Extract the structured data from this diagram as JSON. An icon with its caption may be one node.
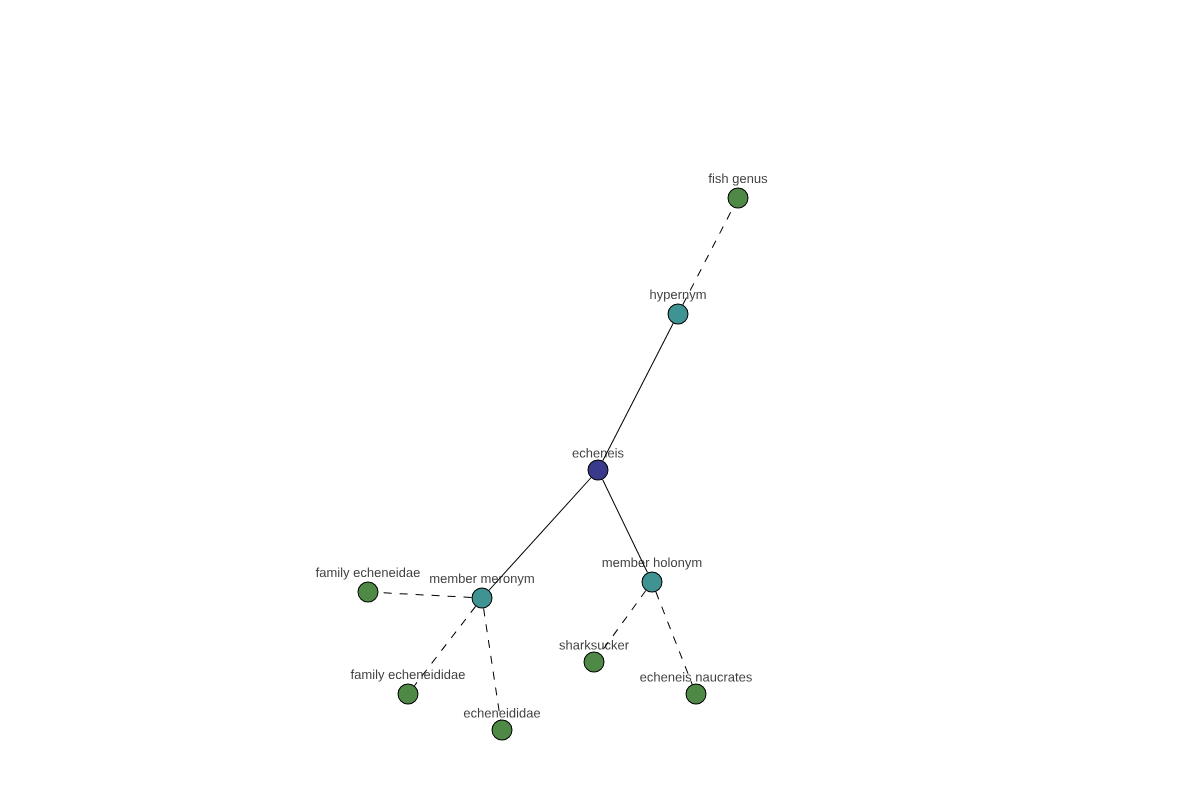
{
  "diagram": {
    "nodes": [
      {
        "text": [
          "fish genus"
        ]
      },
      {
        "text": [
          "hypernym"
        ]
      },
      {
        "text": [
          "echeneis"
        ]
      },
      {
        "text": [
          "member meronym"
        ]
      },
      {
        "text": [
          "member holonym"
        ]
      },
      {
        "text": [
          "family echeneidae"
        ]
      },
      {
        "text": [
          "family echeneididae"
        ]
      },
      {
        "text": [
          "echeneididae"
        ]
      },
      {
        "text": [
          "sharksucker"
        ]
      },
      {
        "text": [
          "echeneis naucrates"
        ]
      }
    ],
    "edges": [
      {
        "from": 1,
        "to": 0,
        "arrow": "none",
        "style": "dashed"
      },
      {
        "from": 2,
        "to": 1,
        "arrow": "none"
      },
      {
        "from": 2,
        "to": 3,
        "arrow": "none"
      },
      {
        "from": 2,
        "to": 4,
        "arrow": "none"
      },
      {
        "from": 3,
        "to": 5,
        "arrow": "none",
        "style": "dashed"
      },
      {
        "from": 3,
        "to": 6,
        "arrow": "none",
        "style": "dashed"
      },
      {
        "from": 3,
        "to": 7,
        "arrow": "none",
        "style": "dashed"
      },
      {
        "from": 4,
        "to": 8,
        "arrow": "none",
        "style": "dashed"
      },
      {
        "from": 4,
        "to": 9,
        "arrow": "none",
        "style": "dashed"
      }
    ]
  }
}
